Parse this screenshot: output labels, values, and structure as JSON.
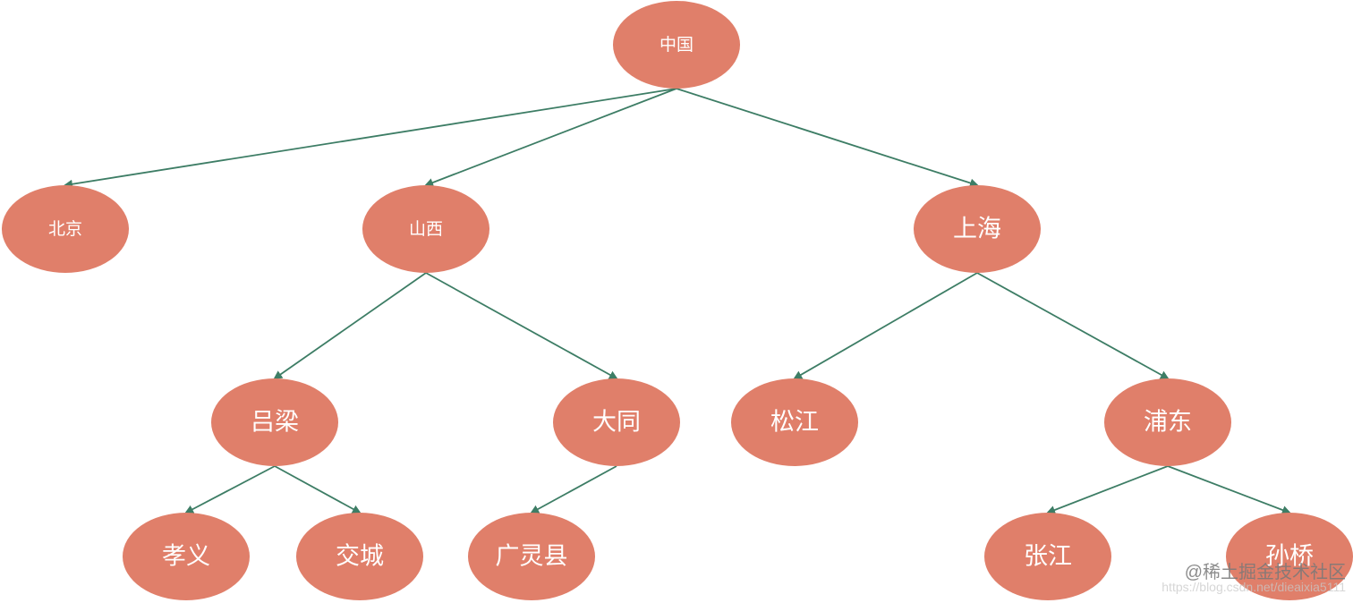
{
  "colors": {
    "node_fill": "#e07f6a",
    "edge": "#3d7d65",
    "label": "#ffffff",
    "background": "#ffffff"
  },
  "tree": {
    "root": "中国",
    "nodes": [
      {
        "id": "china",
        "label": "中国"
      },
      {
        "id": "beijing",
        "label": "北京"
      },
      {
        "id": "shanxi",
        "label": "山西"
      },
      {
        "id": "shanghai",
        "label": "上海"
      },
      {
        "id": "lvliang",
        "label": "吕梁"
      },
      {
        "id": "datong",
        "label": "大同"
      },
      {
        "id": "songjiang",
        "label": "松江"
      },
      {
        "id": "pudong",
        "label": "浦东"
      },
      {
        "id": "xiaoyi",
        "label": "孝义"
      },
      {
        "id": "jiaocheng",
        "label": "交城"
      },
      {
        "id": "guanglingxian",
        "label": "广灵县"
      },
      {
        "id": "zhangjiang",
        "label": "张江"
      },
      {
        "id": "sunqiao",
        "label": "孙桥"
      }
    ],
    "edges": [
      [
        "china",
        "beijing"
      ],
      [
        "china",
        "shanxi"
      ],
      [
        "china",
        "shanghai"
      ],
      [
        "shanxi",
        "lvliang"
      ],
      [
        "shanxi",
        "datong"
      ],
      [
        "shanghai",
        "songjiang"
      ],
      [
        "shanghai",
        "pudong"
      ],
      [
        "lvliang",
        "xiaoyi"
      ],
      [
        "lvliang",
        "jiaocheng"
      ],
      [
        "datong",
        "guanglingxian"
      ],
      [
        "pudong",
        "zhangjiang"
      ],
      [
        "pudong",
        "sunqiao"
      ]
    ]
  },
  "watermark": {
    "main": "@稀土掘金技术社区",
    "faint": "https://blog.csdn.net/dieaixia5111"
  }
}
